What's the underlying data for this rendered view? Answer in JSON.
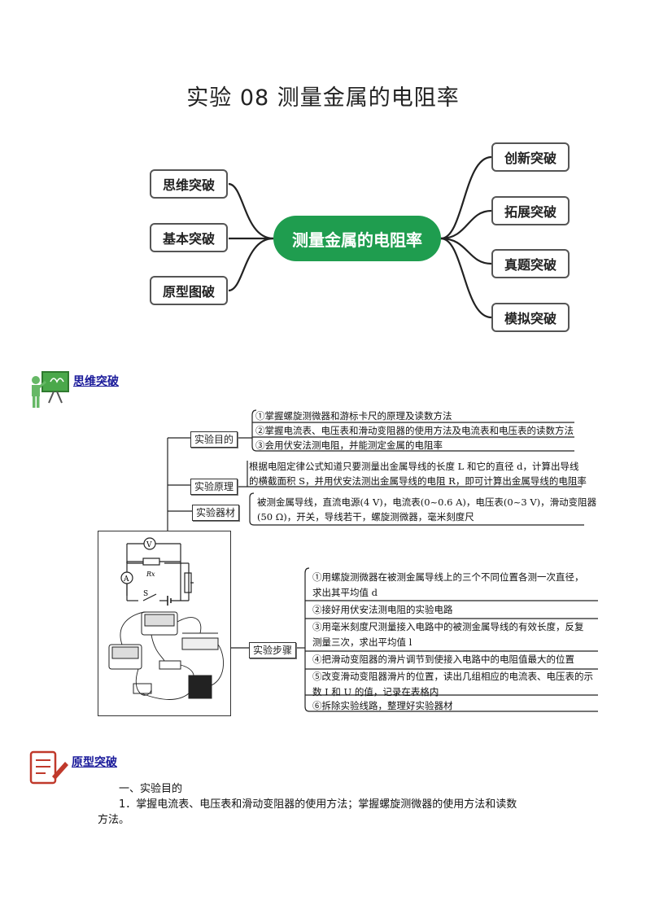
{
  "title": "实验 08  测量金属的电阻率",
  "mindmap": {
    "center": "测量金属的电阻率",
    "left": [
      "思维突破",
      "基本突破",
      "原型图破"
    ],
    "right": [
      "创新突破",
      "拓展突破",
      "真题突破",
      "模拟突破"
    ]
  },
  "section1": {
    "heading": "思维突破"
  },
  "tree": {
    "purpose": {
      "label": "实验目的",
      "items": [
        "①掌握螺旋测微器和游标卡尺的原理及读数方法",
        "②掌握电流表、电压表和滑动变阻器的使用方法及电流表和电压表的读数方法",
        "③会用伏安法测电阻，并能测定金属的电阻率"
      ]
    },
    "principle": {
      "label": "实验原理",
      "lines": [
        "根据电阻定律公式知道只要测量出金属导线的长度 L 和它的直径 d，计算出导线",
        "的横截面积 S，并用伏安法测出金属导线的电阻 R，即可计算出金属导线的电阻率"
      ]
    },
    "equipment": {
      "label": "实验器材",
      "lines": [
        "被测金属导线，直流电源(4 V)，电流表(0~0.6 A)，电压表(0~3 V)，滑动变阻器",
        "(50 Ω)，开关，导线若干，螺旋测微器，毫米刻度尺"
      ]
    },
    "steps": {
      "label": "实验步骤",
      "items": [
        [
          "①用螺旋测微器在被测金属导线上的三个不同位置各测一次直径，",
          "求出其平均值 d"
        ],
        [
          "②接好用伏安法测电阻的实验电路"
        ],
        [
          "③用毫米刻度尺测量接入电路中的被测金属导线的有效长度，反复",
          "测量三次，求出平均值 l"
        ],
        [
          "④把滑动变阻器的滑片调节到使接入电路中的电阻值最大的位置"
        ],
        [
          "⑤改变滑动变阻器滑片的位置，读出几组相应的电流表、电压表的示",
          "数 I 和 U 的值，记录在表格内"
        ],
        [
          "⑥拆除实验线路，整理好实验器材"
        ]
      ]
    },
    "circuit": {
      "voltmeter": "V",
      "ammeter": "A",
      "resistor": "Rx",
      "switch": "S"
    }
  },
  "section2": {
    "heading": "原型突破",
    "sub": "一、实验目的",
    "para_line1": "1．掌握电流表、电压表和滑动变阻器的使用方法；掌握螺旋测微器的使用方法和读数",
    "para_line2": "方法。"
  },
  "colors": {
    "green": "#1f9d4f",
    "heading_blue": "#1a1a9a",
    "icon_red": "#c0392b"
  }
}
